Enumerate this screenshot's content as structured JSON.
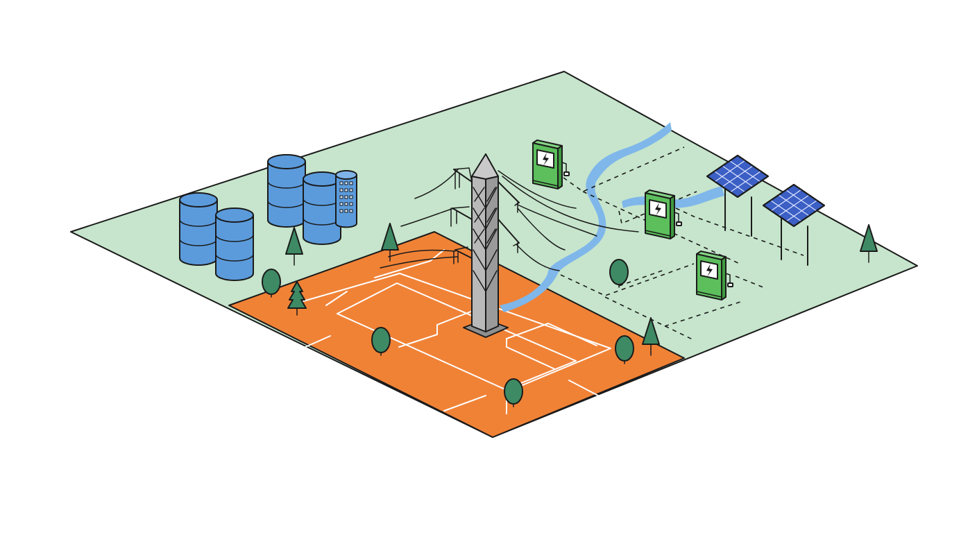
{
  "colors": {
    "land": "#c6e5cc",
    "urban": "#f08236",
    "river": "#7fb7ea",
    "storage": "#5b9bdc",
    "tree": "#3e8a64",
    "charger": "#5cbf5c",
    "tower": "#a9a9a9",
    "solar": "#3b5fc4"
  },
  "elements": {
    "storage_tanks": 4,
    "battery_rack": 1,
    "transmission_tower": 1,
    "ev_chargers": 3,
    "solar_panels": 2,
    "icons": [
      "storage-tank-icon",
      "battery-rack-icon",
      "transmission-tower-icon",
      "ev-charger-icon",
      "solar-panel-icon",
      "tree-icon",
      "lightning-bolt-icon"
    ]
  }
}
